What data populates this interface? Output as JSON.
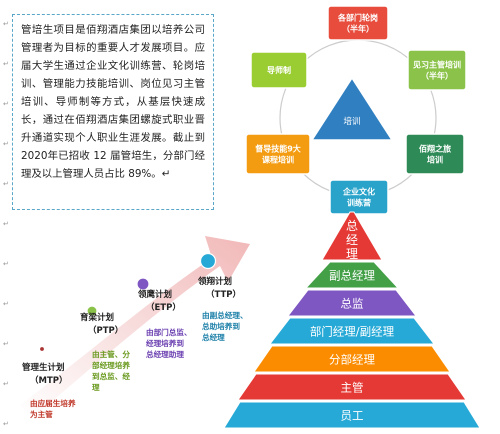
{
  "intro": {
    "text": "管培生项目是佰翔酒店集团以培养公司管理者为目标的重要人才发展项目。应届大学生通过企业文化训练营、轮岗培训、管理能力技能培训、岗位见习主管培训、导师制等方式，从基层快速成长，通过在佰翔酒店集团螺旋式职业晋升通道实现个人职业生涯发展。截止到2020年已招收 12 届管培生，分部门经理及以上管理人员占比 89%。↵"
  },
  "cycle": {
    "center": "培训",
    "nodes": [
      {
        "id": "rotation",
        "lines": [
          "各部门轮岗",
          "（半年）"
        ],
        "color": "#e74c3c"
      },
      {
        "id": "intern",
        "lines": [
          "见习主管培训",
          "（半年）"
        ],
        "color": "#8bc34a"
      },
      {
        "id": "baixiang",
        "lines": [
          "佰翔之旅",
          "培训"
        ],
        "color": "#2e8b57"
      },
      {
        "id": "culture",
        "lines": [
          "企业文化",
          "训练营"
        ],
        "color": "#29a3c9"
      },
      {
        "id": "skills",
        "lines": [
          "督导技能9大",
          "课程培训"
        ],
        "color": "#f39c12"
      },
      {
        "id": "mentor",
        "lines": [
          "导师制"
        ],
        "color": "#9acd32"
      }
    ]
  },
  "pyramid": {
    "levels": [
      {
        "label": "总经理",
        "color": "#e53935"
      },
      {
        "label": "副总经理",
        "color": "#43a047"
      },
      {
        "label": "总监",
        "color": "#7e57c2"
      },
      {
        "label": "部门经理/副经理",
        "color": "#26a9d6"
      },
      {
        "label": "分部经理",
        "color": "#fb8c00"
      },
      {
        "label": "主管",
        "color": "#e53935"
      },
      {
        "label": "员工",
        "color": "#26a9d6"
      }
    ]
  },
  "plans": [
    {
      "title": "管理生计划",
      "code": "（MTP）",
      "desc": [
        "由应届生培养",
        "为主管"
      ],
      "dot": "#a33",
      "desc_color": "#c0392b"
    },
    {
      "title": "育梁计划",
      "code": "（PTP）",
      "desc": [
        "由主管、分",
        "部经理培养",
        "到总监、经",
        "理"
      ],
      "dot": "#8bc34a",
      "desc_color": "#6a9a1f"
    },
    {
      "title": "领鹰计划",
      "code": "（ETP）",
      "desc": [
        "由部门总监、",
        "经理培养到",
        "总经理助理"
      ],
      "dot": "#7e57c2",
      "desc_color": "#6a3fb0"
    },
    {
      "title": "领翔计划",
      "code": "（TTP）",
      "desc": [
        "由副总经理、",
        "总助培养到",
        "总经理"
      ],
      "dot": "#26a9d6",
      "desc_color": "#1b7fa8"
    }
  ]
}
